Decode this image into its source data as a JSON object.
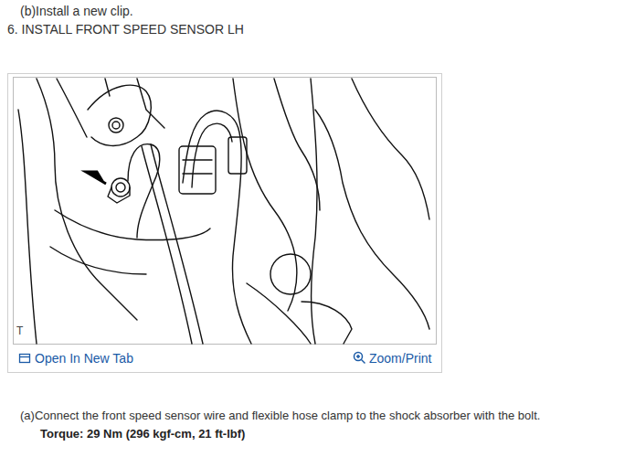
{
  "diagram": {
    "title": "6. INSTALL FRONT SPEED SENSOR LH",
    "labels": [
      "(b)Install a new clip.",
      "T",
      "Open In New Tab",
      "Zoom/Print",
      "(a)Connect the front speed sensor wire and flexible hose clamp to the shock absorber with the bolt.",
      "Torque: 29 Nm (296 kgf-cm, 21 ft-lbf)"
    ]
  }
}
